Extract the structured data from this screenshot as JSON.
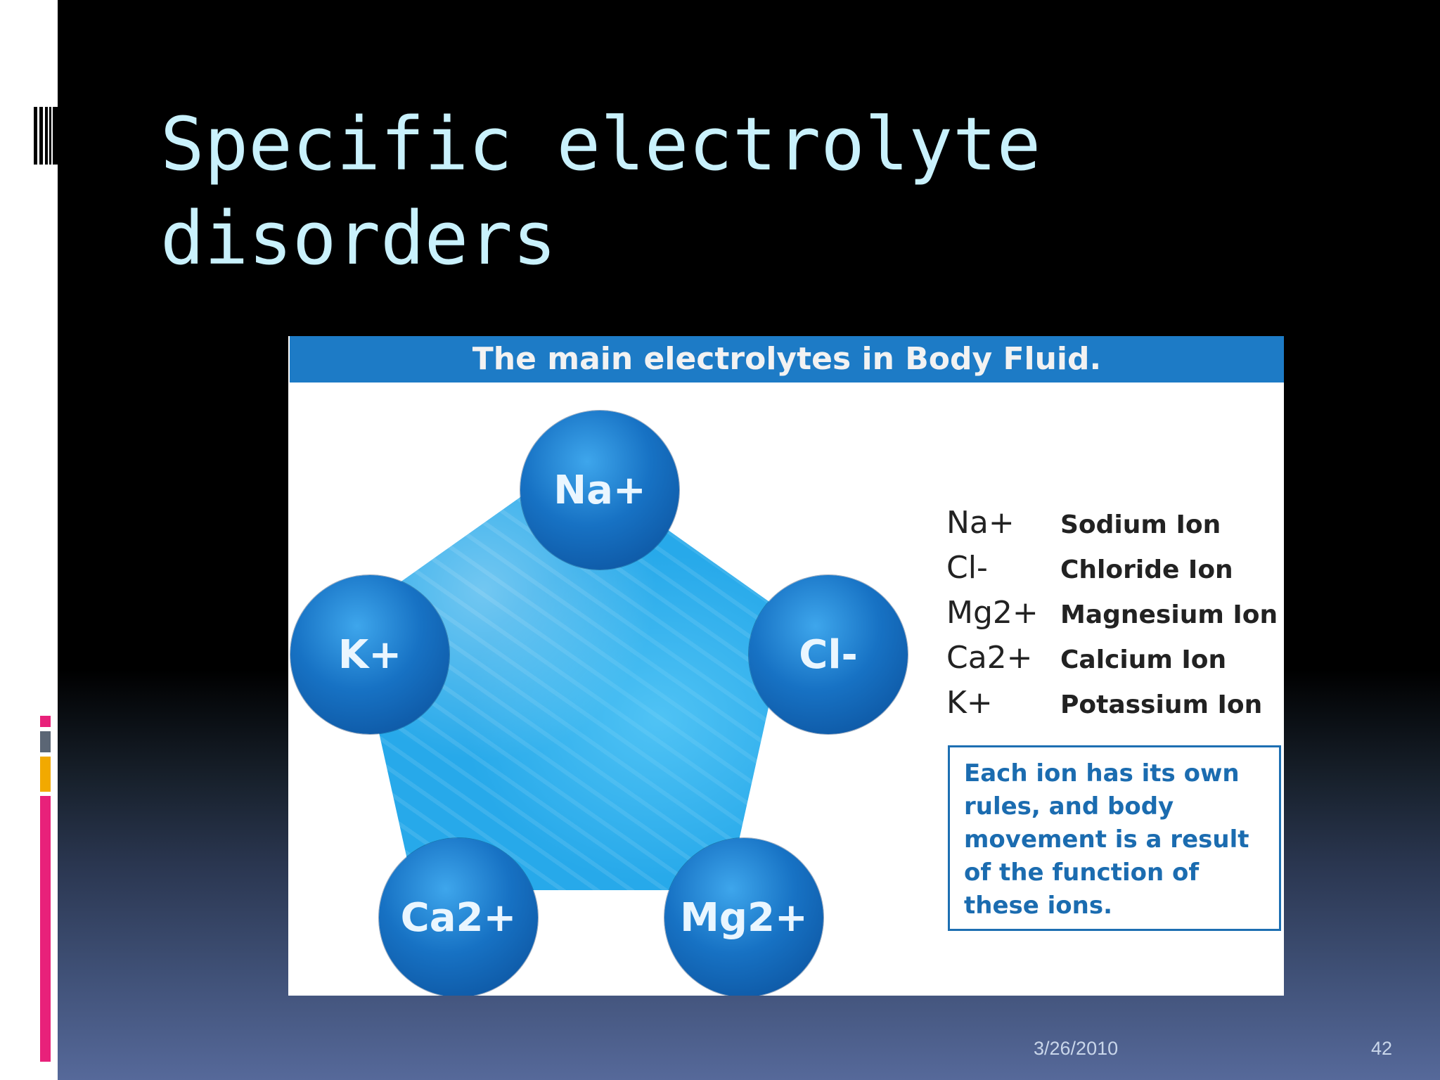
{
  "slide": {
    "title": "Specific electrolyte\ndisorders",
    "date": "3/26/2010",
    "page_number": "42"
  },
  "figure": {
    "header": "The main electrolytes in Body Fluid.",
    "ions": [
      {
        "symbol": "Na+"
      },
      {
        "symbol": "Cl-"
      },
      {
        "symbol": "Mg2+"
      },
      {
        "symbol": "Ca2+"
      },
      {
        "symbol": "K+"
      }
    ],
    "legend": [
      {
        "symbol": "Na+",
        "name": "Sodium Ion"
      },
      {
        "symbol": "Cl-",
        "name": "Chloride Ion"
      },
      {
        "symbol": "Mg2+",
        "name": "Magnesium Ion"
      },
      {
        "symbol": "Ca2+",
        "name": "Calcium Ion"
      },
      {
        "symbol": "K+",
        "name": "Potassium Ion"
      }
    ],
    "note": "Each ion has its own rules, and body movement is a result of the function of these ions."
  },
  "colors": {
    "title": "#c9f1fc",
    "header_bg": "#1d7bc6",
    "ion_ball": "#1772c4",
    "pool": "#27a9ea",
    "accent_pink": "#e8217a",
    "accent_gray": "#5b6675",
    "accent_orange": "#f2a900"
  }
}
